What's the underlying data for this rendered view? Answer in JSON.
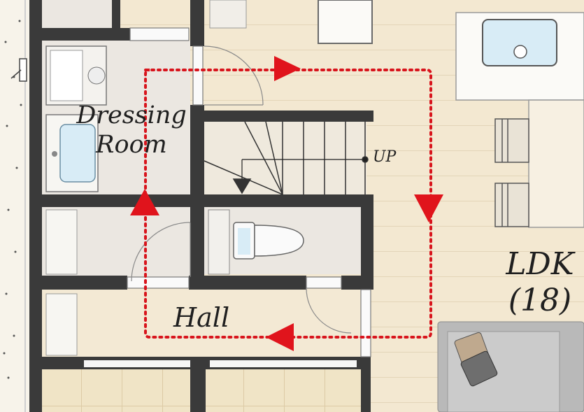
{
  "rooms": {
    "dressing_room": {
      "line1": "Dressing",
      "line2": "Room"
    },
    "hall": "Hall",
    "ldk": {
      "line1": "LDK",
      "line2": "(18)"
    }
  },
  "stairs": {
    "label": "UP"
  },
  "colors": {
    "wall": "#3a3a3a",
    "floor_wood": "#f1e6cf",
    "floor_tile": "#ebe7e0",
    "route": "#d8141c",
    "sofa": "#b9b9b9",
    "sink_water": "#d8ecf6"
  },
  "icons": [
    "washing-machine-icon",
    "washbasin-icon",
    "toilet-icon",
    "kitchen-sink-icon",
    "sofa-icon",
    "bar-stool-icon",
    "staircase-icon",
    "door-icon",
    "route-arrow-icon"
  ]
}
